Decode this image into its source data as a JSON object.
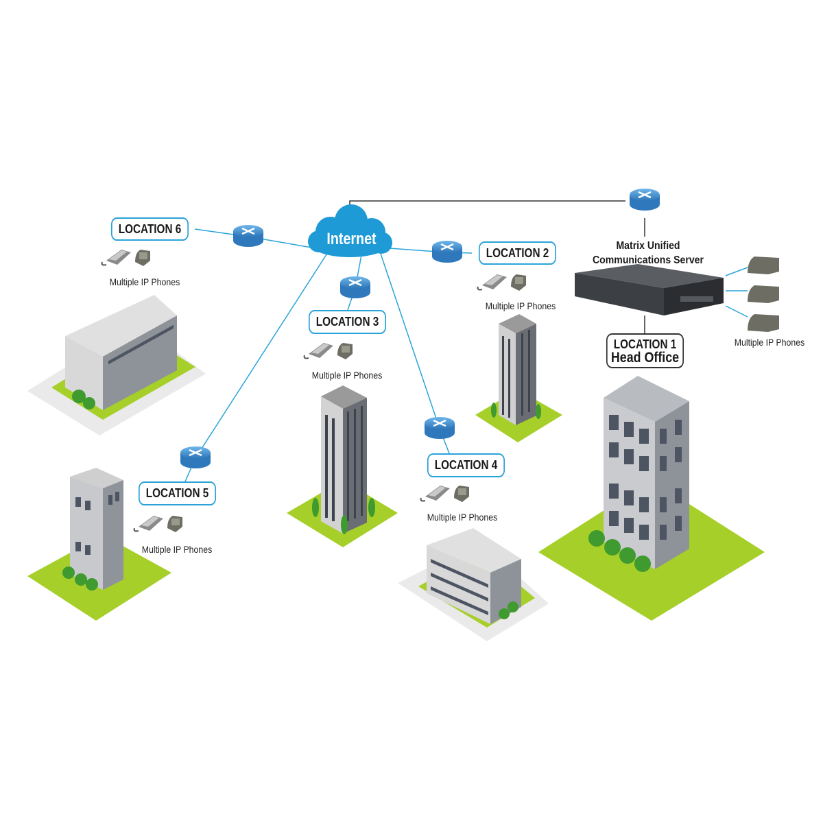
{
  "internet": {
    "label": "Internet"
  },
  "server": {
    "line1": "Matrix Unified",
    "line2": "Communications Server"
  },
  "locations": [
    {
      "id": "1",
      "label": "LOCATION 1",
      "sublabel": "Head Office",
      "phones": "Multiple IP Phones"
    },
    {
      "id": "2",
      "label": "LOCATION 2",
      "phones": "Multiple IP Phones"
    },
    {
      "id": "3",
      "label": "LOCATION 3",
      "phones": "Multiple IP Phones"
    },
    {
      "id": "4",
      "label": "LOCATION 4",
      "phones": "Multiple IP Phones"
    },
    {
      "id": "5",
      "label": "LOCATION 5",
      "phones": "Multiple IP Phones"
    },
    {
      "id": "6",
      "label": "LOCATION 6",
      "phones": "Multiple IP Phones"
    }
  ],
  "colors": {
    "link": "#29a3d8",
    "cloud": "#1e9ad6",
    "router": "#3d8fd0",
    "grass": "#a6cf2a",
    "wan": "#333333"
  }
}
